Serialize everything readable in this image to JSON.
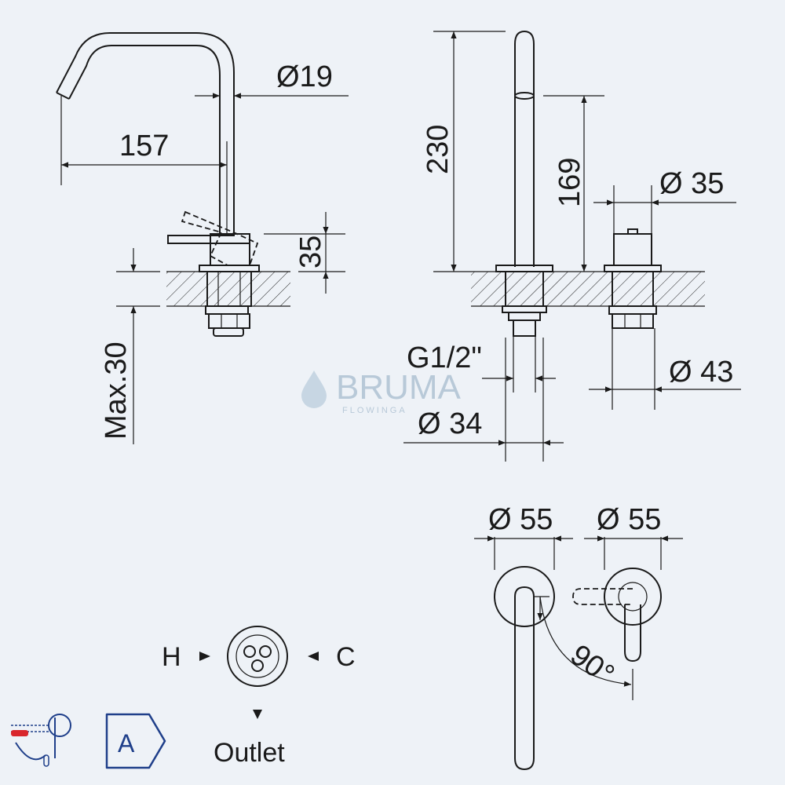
{
  "dimensions": {
    "spout_diameter": "Ø19",
    "spout_reach": "157",
    "handle_height": "35",
    "max_deck_thickness": "Max.30",
    "total_height": "230",
    "spout_height": "169",
    "handle_diameter": "Ø 35",
    "thread": "G1/2\"",
    "base_diameter_34": "Ø 34",
    "base_diameter_43": "Ø 43",
    "rosette_left": "Ø 55",
    "rosette_right": "Ø 55",
    "rotation_angle": "90°"
  },
  "connections": {
    "hot": "H",
    "cold": "C",
    "outlet": "Outlet"
  },
  "badges": {
    "energy_class": "A"
  },
  "watermark": {
    "brand": "BRUMA",
    "tagline": "FLOWINGA"
  },
  "colors": {
    "background": "#eef2f7",
    "line": "#1a1a1a",
    "badge": "#1f3f8a",
    "watermark": "#b8c9d8",
    "hot_icon": "#d9262c"
  }
}
